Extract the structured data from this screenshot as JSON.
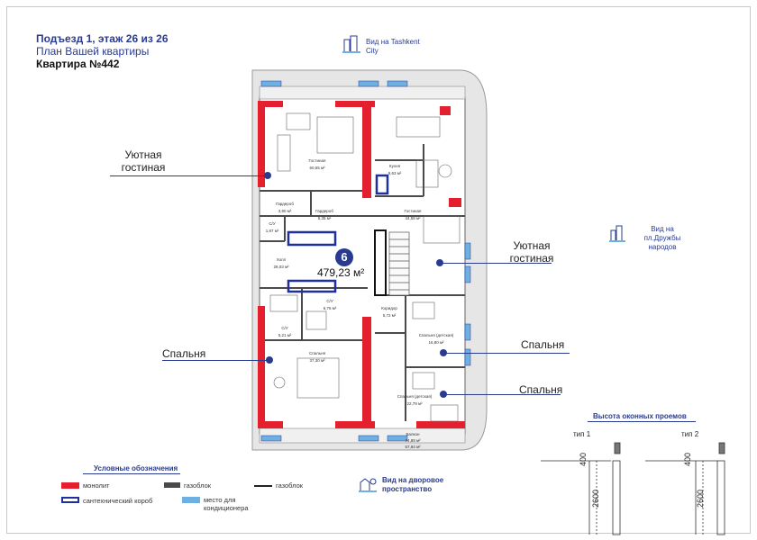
{
  "header": {
    "line1": "Подъезд 1, этаж 26 из 26",
    "line2": "План Вашей квартиры",
    "line3": "Квартира №442"
  },
  "views": {
    "top": "Вид на Tashkent City",
    "right": "Вид на пл.Дружбы народов",
    "bottom_line1": "Вид на дворовое",
    "bottom_line2": "пространство"
  },
  "apartment": {
    "number": "6",
    "area": "479,23 м²"
  },
  "callouts": {
    "living_left": "Уютная гостиная",
    "bedroom_left": "Спальня",
    "living_right": "Уютная гостиная",
    "bedroom_right1": "Спальня",
    "bedroom_right2": "Спальня"
  },
  "rooms": {
    "gostinaya_left": "Гостиная",
    "gostinaya_left_area": "60,65 м²",
    "kuhnya": "Кухня",
    "kuhnya_area": "9,63 м²",
    "gostinaya_right": "Гостиная",
    "gostinaya_right_area": "44,58 м²",
    "gardarob1": "Гардероб",
    "gardarob1_area": "3,90 м²",
    "gardarob2": "Гардероб",
    "gardarob2_area": "5,35 м²",
    "su1": "С/У",
    "su1_area": "1,87 м²",
    "holl": "Холл",
    "holl_area": "28,03 м²",
    "su2": "С/У",
    "su2_area": "6,76 м²",
    "su3": "С/У",
    "su3_area": "5,21 м²",
    "spalnya": "Спальня",
    "spalnya_area": "37,30 м²",
    "koridor": "Коридор",
    "koridor_area": "5,72 м²",
    "spalnya_det": "Спальня (детская)",
    "spalnya_det_area": "16,80 м²",
    "spalnya_det2": "Спальня (детская)",
    "spalnya_det2_area": "22,79 м²",
    "balkon": "Балкон",
    "balkon_area1": "74,89 м²",
    "balkon_area2": "57,84 м²"
  },
  "legend": {
    "title": "Условные обозначения",
    "monolit": "монолит",
    "gazoblok1": "газоблок",
    "gazoblok2": "газоблок",
    "santeh": "сантехнический короб",
    "kond_line1": "место для",
    "kond_line2": "кондиционера"
  },
  "windows": {
    "title": "Высота оконных проемов",
    "type1": "тип 1",
    "type2": "тип 2",
    "h400": "400",
    "h2600": "2600"
  },
  "colors": {
    "accent": "#2a3b8f",
    "monolit": "#e4202e",
    "gazoblok": "#4a4a4a",
    "santeh": "#1e2f9e",
    "kond": "#6fb0e2"
  }
}
